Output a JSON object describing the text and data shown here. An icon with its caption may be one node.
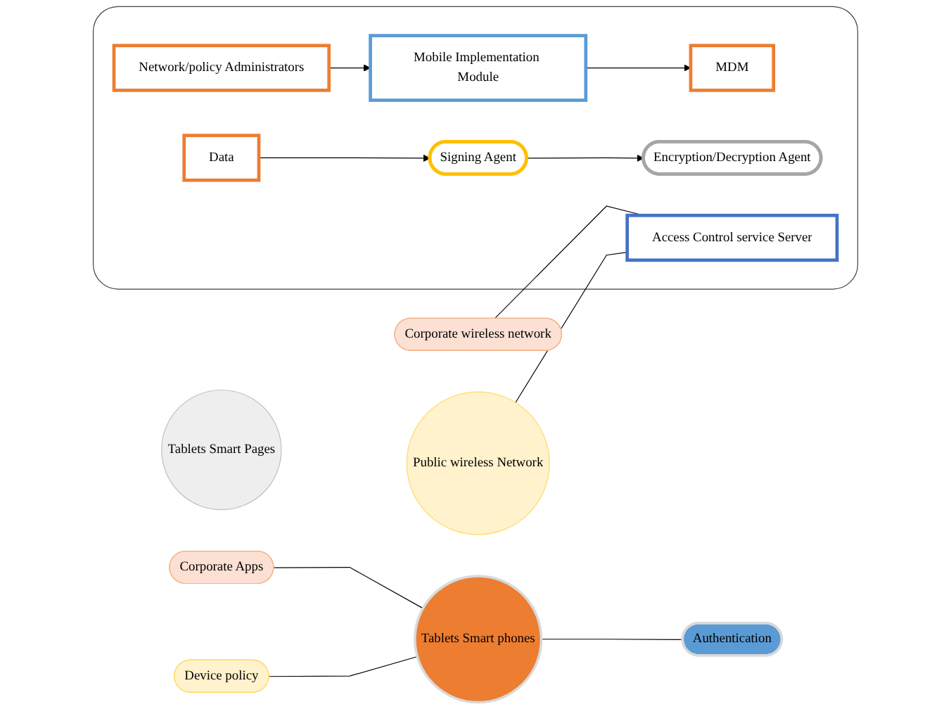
{
  "diagram": {
    "nodes": [
      {
        "text": [
          "Corporate Apps"
        ]
      },
      {
        "text": [
          "Tablets Smart phones"
        ]
      },
      {
        "text": [
          "Device policy"
        ]
      },
      {
        "text": [
          "Authentication"
        ]
      },
      {
        "text": [
          "Tablets Smart Pages"
        ]
      },
      {
        "text": [
          "Corporate wireless network"
        ]
      },
      {
        "text": [
          "Public wireless Network"
        ]
      },
      {
        "text": [],
        "shape": "box"
      },
      {
        "text": [
          "Network/policy Administrators"
        ],
        "in": 7
      },
      {
        "text": [
          "Mobile Implementation Module"
        ],
        "in": 7
      },
      {
        "text": [
          "MDM"
        ],
        "in": 7
      },
      {
        "text": [
          "Data"
        ],
        "in": 7
      },
      {
        "text": [
          "Signing Agent"
        ],
        "in": 7
      },
      {
        "text": [
          "Encryption/Decryption Agent"
        ],
        "in": 7
      },
      {
        "text": [
          "Access Control service Server"
        ],
        "in": 7
      }
    ],
    "edges": [
      {
        "from": 0,
        "to": 1,
        "arrow": "none"
      },
      {
        "from": 2,
        "to": 1,
        "arrow": "none"
      },
      {
        "from": 1,
        "to": 3,
        "arrow": "none"
      },
      {
        "from": 8,
        "to": 9,
        "arrow": "to"
      },
      {
        "from": 9,
        "to": 10,
        "arrow": "to"
      },
      {
        "from": 11,
        "to": 12,
        "arrow": "to"
      },
      {
        "from": 12,
        "to": 13,
        "arrow": "to"
      },
      {
        "from": 5,
        "to": 14,
        "arrow": "none"
      },
      {
        "from": 6,
        "to": 14,
        "arrow": "none"
      }
    ]
  }
}
